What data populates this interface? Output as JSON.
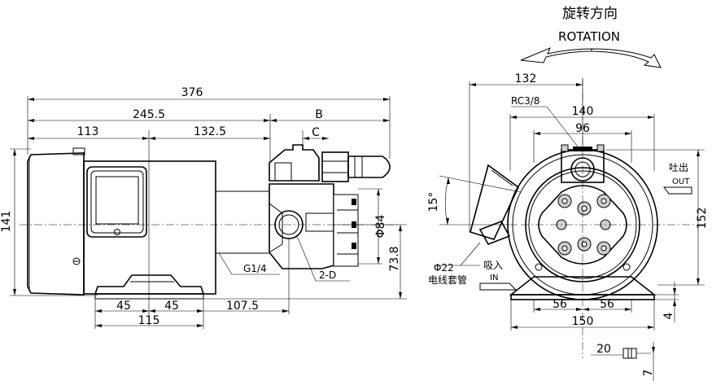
{
  "rotation": {
    "cn": "旋转方向",
    "en": "ROTATION"
  },
  "side_view": {
    "dims": {
      "overall_length": "376",
      "motor_to_port": "245.5",
      "left_section": "113",
      "right_section": "132.5",
      "b": "B",
      "c": "C",
      "height": "141",
      "flange_dia": "Φ84",
      "shaft_height": "73.8",
      "base_left": "45",
      "base_right": "45",
      "base_total": "115",
      "port_offset": "107.5"
    },
    "labels": {
      "g_thread": "G1/4",
      "holes": "2-D"
    }
  },
  "front_view": {
    "dims": {
      "d132": "132",
      "d140": "140",
      "d96": "96",
      "d152": "152",
      "angle": "15°",
      "base_l": "56",
      "base_r": "56",
      "base_w": "150",
      "base_h": "4",
      "slot_w": "20",
      "slot_h": "7"
    },
    "labels": {
      "rc": "RC3/8",
      "outlet_cn": "吐出",
      "outlet_en": "OUT",
      "inlet_cn": "吸入",
      "inlet_en": "IN",
      "cable_dia": "Φ22",
      "cable_cn": "电线套管"
    }
  }
}
